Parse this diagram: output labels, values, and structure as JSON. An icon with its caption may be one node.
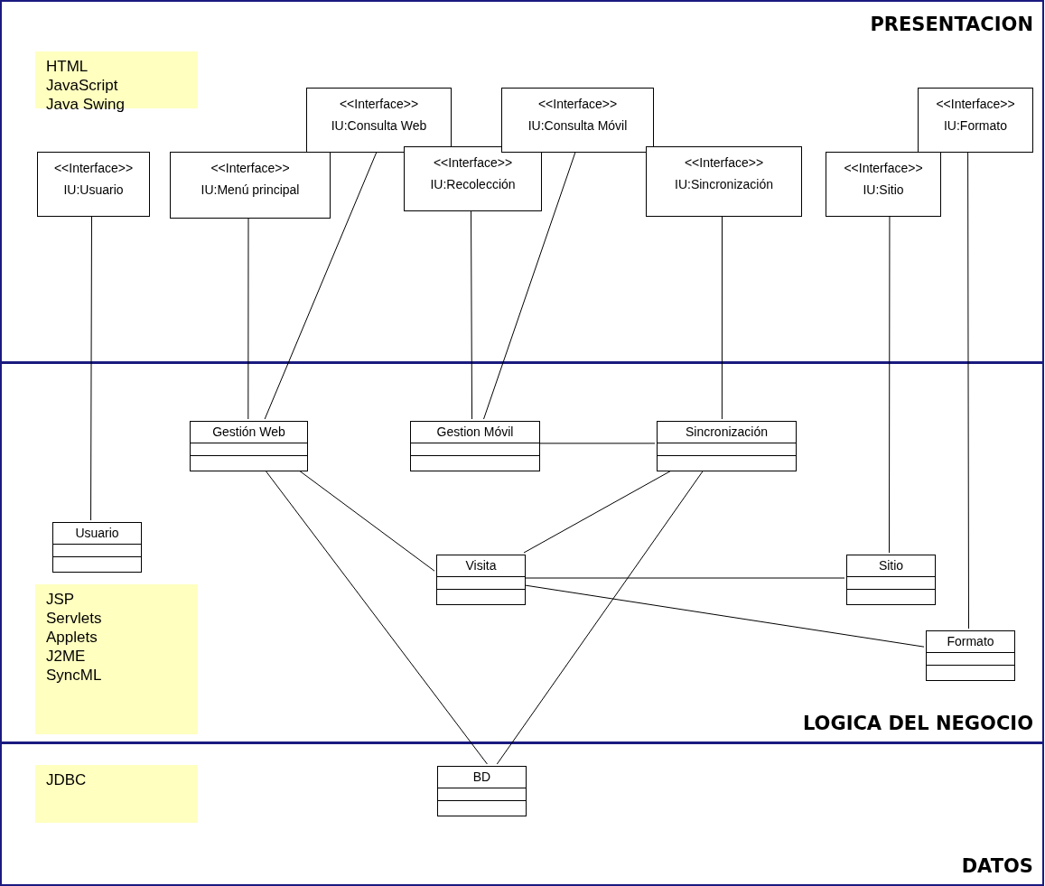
{
  "diagram": {
    "nodes": [
      {
        "text": [
          "PRESENTACION"
        ]
      },
      {
        "text": [
          "LOGICA DEL NEGOCIO"
        ]
      },
      {
        "text": [
          "DATOS"
        ]
      },
      {
        "text": [
          "HTML",
          "JavaScript",
          "Java Swing"
        ],
        "in": 0
      },
      {
        "text": [
          "<<Interface>>",
          "IU:Usuario"
        ],
        "in": 0
      },
      {
        "text": [
          "<<Interface>>",
          "IU:Menú principal"
        ],
        "in": 0
      },
      {
        "text": [
          "<<Interface>>",
          "IU:Consulta Web"
        ],
        "in": 0
      },
      {
        "text": [
          "<<Interface>>",
          "IU:Recolección"
        ],
        "in": 0
      },
      {
        "text": [
          "<<Interface>>",
          "IU:Consulta Móvil"
        ],
        "in": 0
      },
      {
        "text": [
          "<<Interface>>",
          "IU:Sincronización"
        ],
        "in": 0
      },
      {
        "text": [
          "<<Interface>>",
          "IU:Sitio"
        ],
        "in": 0
      },
      {
        "text": [
          "<<Interface>>",
          "IU:Formato"
        ],
        "in": 0
      },
      {
        "text": [
          "Gestión Web"
        ],
        "in": 1
      },
      {
        "text": [
          "Gestion Móvil"
        ],
        "in": 1
      },
      {
        "text": [
          "Sincronización"
        ],
        "in": 1
      },
      {
        "text": [
          "Usuario"
        ],
        "in": 1
      },
      {
        "text": [
          "Visita"
        ],
        "in": 1
      },
      {
        "text": [
          "Sitio"
        ],
        "in": 1
      },
      {
        "text": [
          "JSP",
          "Servlets",
          "Applets",
          "J2ME",
          "SyncML"
        ],
        "in": 1
      },
      {
        "text": [
          "Formato"
        ],
        "in": 1
      },
      {
        "text": [
          "JDBC"
        ],
        "in": 2
      },
      {
        "text": [
          "BD"
        ],
        "in": 2
      }
    ],
    "edges": [
      {
        "from": 4,
        "to": 15,
        "arrow": "none"
      },
      {
        "from": 5,
        "to": 12,
        "arrow": "none"
      },
      {
        "from": 6,
        "to": 12,
        "arrow": "none"
      },
      {
        "from": 7,
        "to": 13,
        "arrow": "none"
      },
      {
        "from": 8,
        "to": 13,
        "arrow": "none"
      },
      {
        "from": 9,
        "to": 14,
        "arrow": "none"
      },
      {
        "from": 10,
        "to": 17,
        "arrow": "none"
      },
      {
        "from": 11,
        "to": 19,
        "arrow": "none"
      },
      {
        "from": 13,
        "to": 14,
        "arrow": "none"
      },
      {
        "from": 12,
        "to": 16,
        "arrow": "none"
      },
      {
        "from": 14,
        "to": 16,
        "arrow": "none"
      },
      {
        "from": 16,
        "to": 17,
        "arrow": "none"
      },
      {
        "from": 16,
        "to": 19,
        "arrow": "none"
      },
      {
        "from": 12,
        "to": 21,
        "arrow": "none"
      },
      {
        "from": 14,
        "to": 21,
        "arrow": "none"
      }
    ]
  }
}
